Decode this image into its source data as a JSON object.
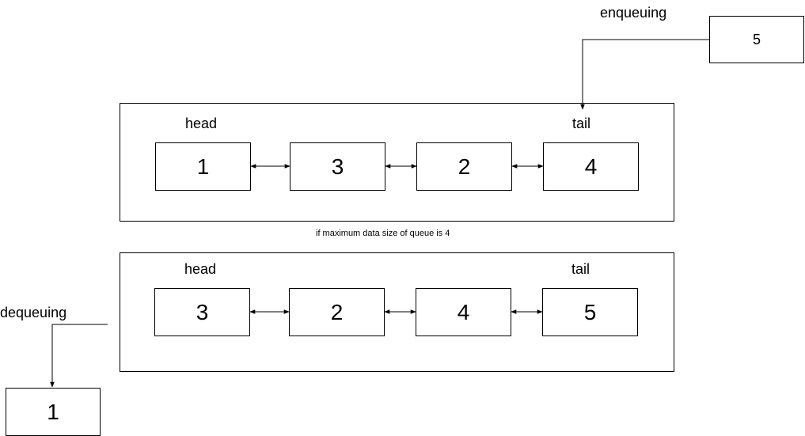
{
  "enqueue": {
    "label": "enqueuing",
    "value": "5"
  },
  "queue_before": {
    "head_label": "head",
    "tail_label": "tail",
    "items": [
      "1",
      "3",
      "2",
      "4"
    ]
  },
  "note": "if maximum data size of queue is 4",
  "queue_after": {
    "head_label": "head",
    "tail_label": "tail",
    "items": [
      "3",
      "2",
      "4",
      "5"
    ]
  },
  "dequeue": {
    "label": "dequeuing",
    "value": "1"
  }
}
